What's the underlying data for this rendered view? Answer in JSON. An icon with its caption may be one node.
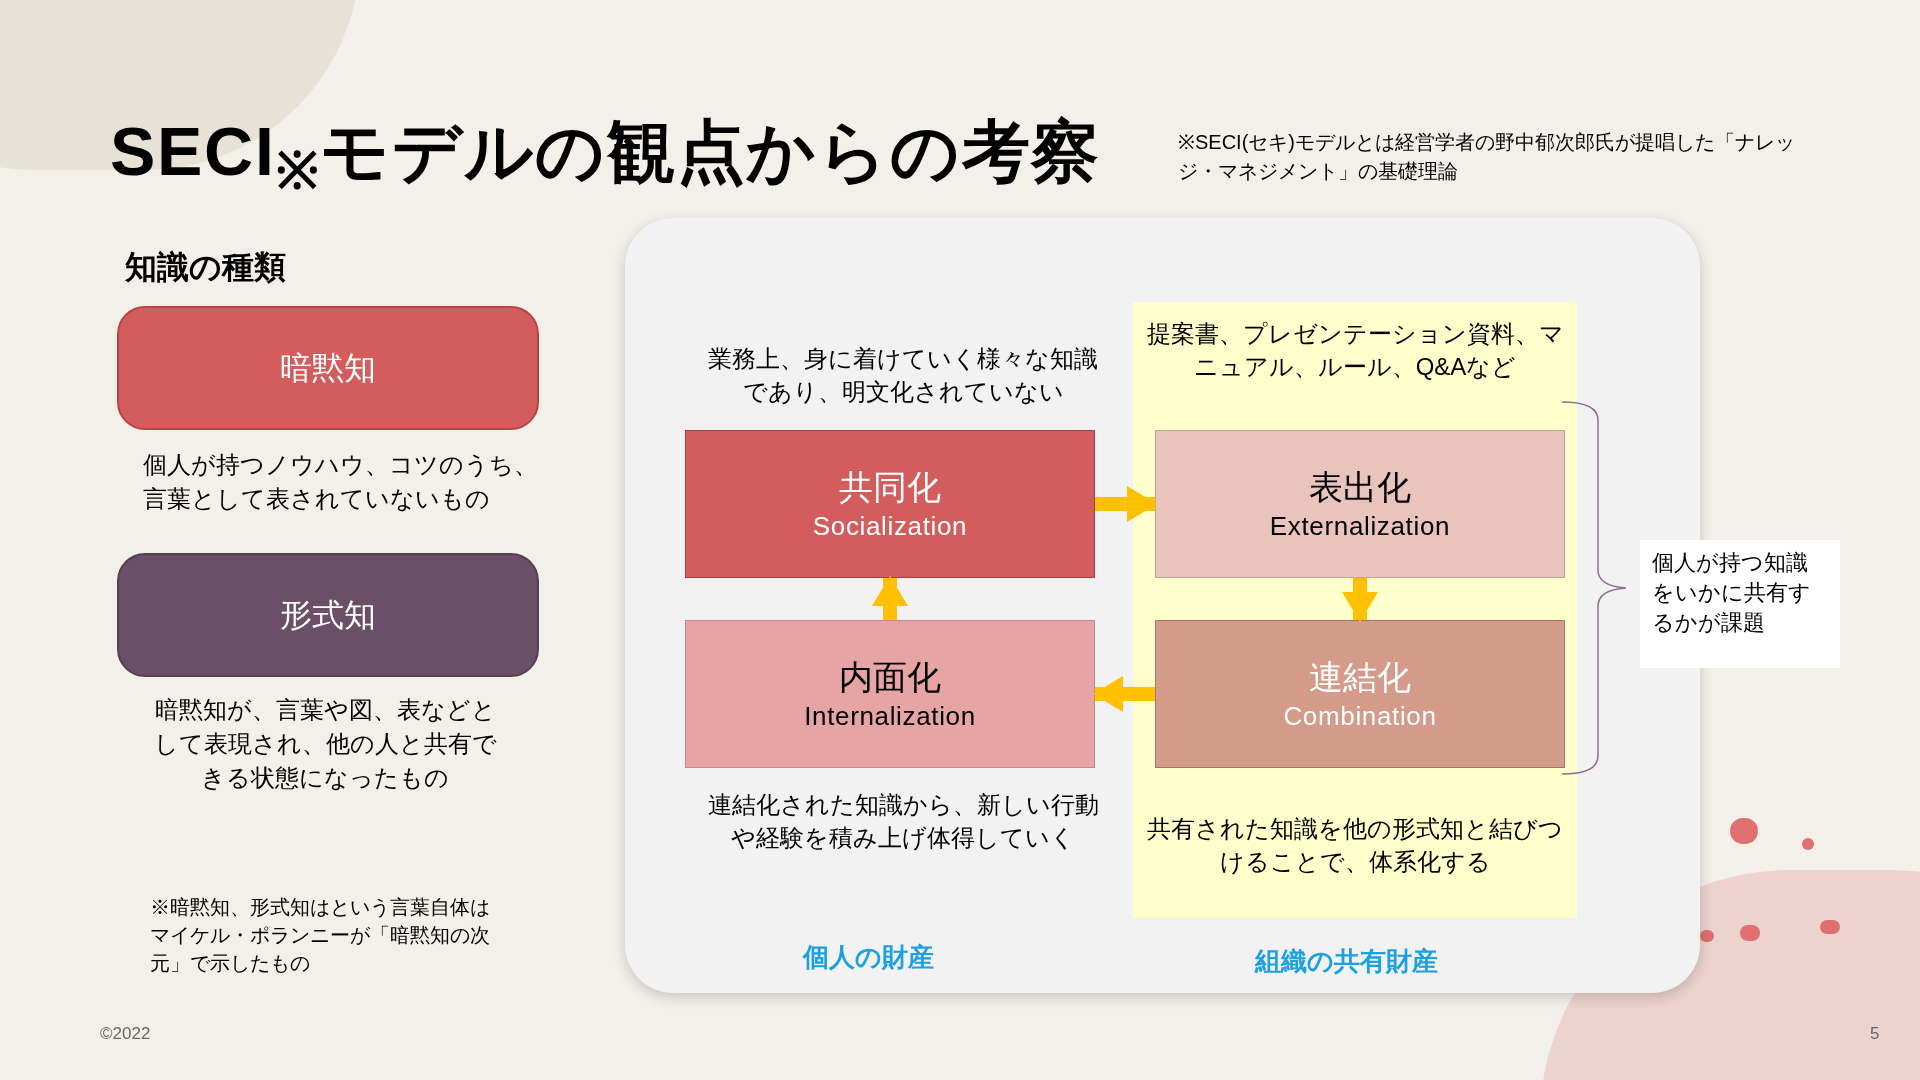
{
  "diagram": {
    "title": "SECI$_{※}$モデルの観点からの考察",
    "nodes": [
      {
        "text": [
          "暗黙知"
        ],
        "beside": [
          "個人が持つノウハウ、コツのうち、言葉として表されていないもの"
        ]
      },
      {
        "text": [
          "形式知"
        ],
        "beside": [
          "暗黙知が、言葉や図、表などとして表現され、他の人と共有できる状態になったもの"
        ]
      },
      {
        "text": [],
        "shape": "box"
      },
      {
        "text": [],
        "shape": "box",
        "in": 2
      },
      {
        "text": [
          "共同化",
          "Socialization"
        ],
        "in": 2
      },
      {
        "text": [
          "表出化",
          "Externalization"
        ],
        "in": 3
      },
      {
        "text": [
          "内面化",
          "Internalization"
        ],
        "in": 2
      },
      {
        "text": [
          "連結化",
          "Combination"
        ],
        "in": 3
      },
      {
        "text": [
          "個人が持つ知識をいかに共有するかが課題"
        ]
      }
    ],
    "edges": [
      {
        "from": 4,
        "to": 5,
        "arrow": "to"
      },
      {
        "from": 5,
        "to": 7,
        "arrow": "to"
      },
      {
        "from": 7,
        "to": 6,
        "arrow": "to"
      },
      {
        "from": 6,
        "to": 4,
        "arrow": "to"
      }
    ],
    "labels": [
      "※SECI(セキ)モデルとは経営学者の野中郁次郎氏が提唱した「ナレッジ・マネジメント」の基礎理論",
      "知識の種類",
      "業務上、身に着けていく様々な知識であり、明文化されていない",
      "提案書、プレゼンテーション資料、マニュアル、ルール、Q&Aなど",
      "連結化された知識から、新しい行動や経験を積み上げ体得していく",
      "共有された知識を他の形式知と結びつけることで、体系化する",
      "個人の財産",
      "組織の共有財産",
      "※暗黙知、形式知はという言葉自体はマイケル・ポランニーが「暗黙知の次元」で示したもの",
      "©2022",
      "5"
    ]
  }
}
